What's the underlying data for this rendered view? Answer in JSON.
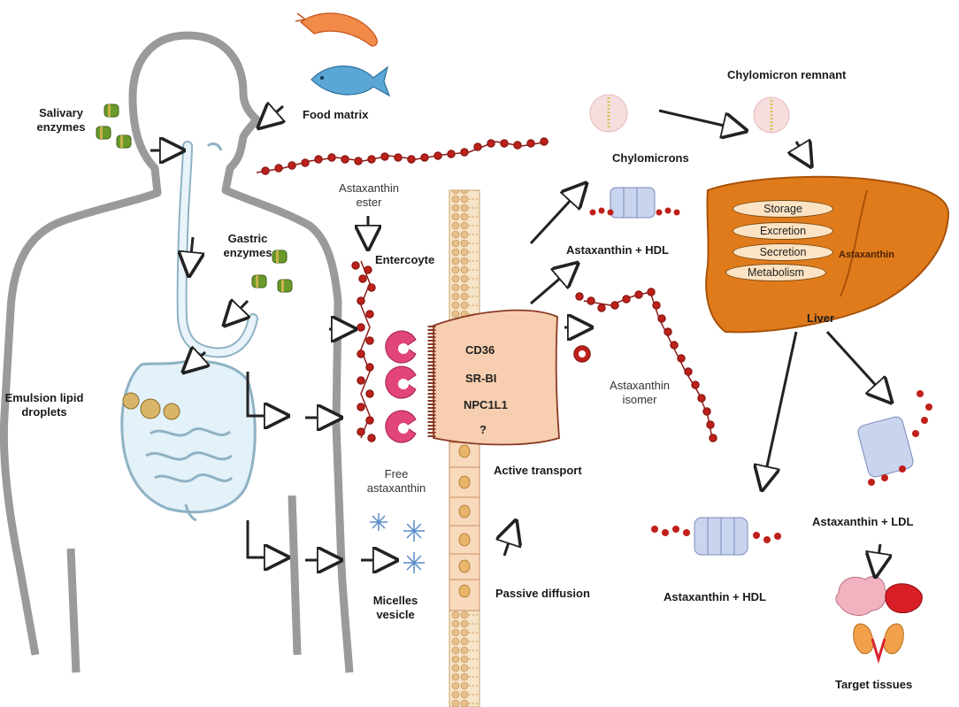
{
  "labels": {
    "food_matrix": "Food matrix",
    "salivary": "Salivary\nenzymes",
    "gastric": "Gastric\nenzymes",
    "emulsion": "Emulsion lipid\ndroplets",
    "astaxanthin_ester": "Astaxanthin\nester",
    "entercoyte": "Entercoyte",
    "free_astaxanthin": "Free\nastaxanthin",
    "micelles": "Micelles\nvesicle",
    "active_transport": "Active transport",
    "passive_diffusion": "Passive diffusion",
    "chylomicrons": "Chylomicrons",
    "chylomicron_remnant": "Chylomicron remnant",
    "astaxanthin_hdl_top": "Astaxanthin + HDL",
    "astaxanthin_isomer": "Astaxanthin\nisomer",
    "liver": "Liver",
    "liver_astaxanthin": "Astaxanthin",
    "astaxanthin_hdl_bottom": "Astaxanthin + HDL",
    "astaxanthin_ldl": "Astaxanthin + LDL",
    "target_tissues": "Target tissues"
  },
  "receptors": [
    "CD36",
    "SR-BI",
    "NPC1L1",
    "?"
  ],
  "liver_functions": [
    "Storage",
    "Excretion",
    "Secretion",
    "Metabolism"
  ],
  "colors": {
    "body_outline": "#9a9a9a",
    "gut": "#d9ecf5",
    "molecule": "#c0201a",
    "liver": "#e07b1c",
    "cell": "#f7cfb0",
    "receptor": "#e2457a",
    "membrane": "#e8c89a"
  },
  "icons": [
    "shrimp-icon",
    "fish-icon",
    "enzyme-icon",
    "brain-icon",
    "muscle-icon",
    "kidney-icon",
    "micelle-icon",
    "lipoprotein-icon"
  ]
}
